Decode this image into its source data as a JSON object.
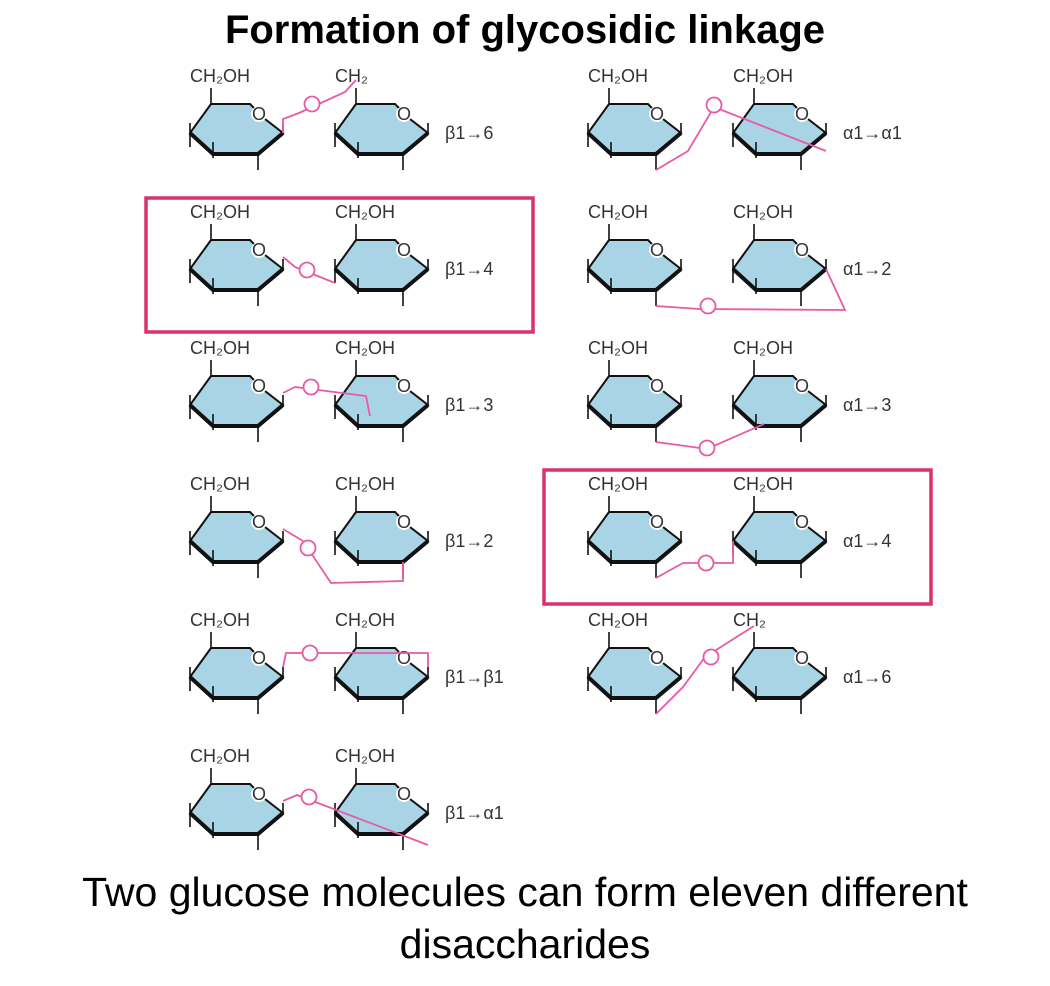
{
  "title": "Formation of glycosidic linkage",
  "caption_line1": "Two glucose molecules can form eleven different",
  "caption_line2": "disaccharides",
  "colors": {
    "ring": "#a9d4e6",
    "link": "#e85aa6",
    "highlight": "#d9336c",
    "label": "#333333"
  },
  "ring_atom_label": "O",
  "left_column": [
    {
      "linkage": "β1→6",
      "label_a": "CH₂OH",
      "label_b": "CH₂",
      "highlighted": false
    },
    {
      "linkage": "β1→4",
      "label_a": "CH₂OH",
      "label_b": "CH₂OH",
      "highlighted": true
    },
    {
      "linkage": "β1→3",
      "label_a": "CH₂OH",
      "label_b": "CH₂OH",
      "highlighted": false
    },
    {
      "linkage": "β1→2",
      "label_a": "CH₂OH",
      "label_b": "CH₂OH",
      "highlighted": false
    },
    {
      "linkage": "β1→β1",
      "label_a": "CH₂OH",
      "label_b": "CH₂OH",
      "highlighted": false
    },
    {
      "linkage": "β1→α1",
      "label_a": "CH₂OH",
      "label_b": "CH₂OH",
      "highlighted": false
    }
  ],
  "right_column": [
    {
      "linkage": "α1→α1",
      "label_a": "CH₂OH",
      "label_b": "CH₂OH",
      "highlighted": false
    },
    {
      "linkage": "α1→2",
      "label_a": "CH₂OH",
      "label_b": "CH₂OH",
      "highlighted": false
    },
    {
      "linkage": "α1→3",
      "label_a": "CH₂OH",
      "label_b": "CH₂OH",
      "highlighted": false
    },
    {
      "linkage": "α1→4",
      "label_a": "CH₂OH",
      "label_b": "CH₂OH",
      "highlighted": true
    },
    {
      "linkage": "α1→6",
      "label_a": "CH₂OH",
      "label_b": "CH₂",
      "highlighted": false
    }
  ]
}
